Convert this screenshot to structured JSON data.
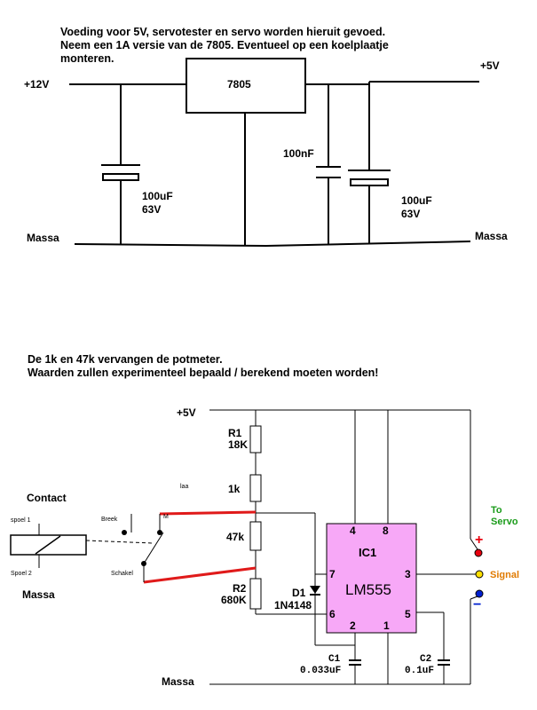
{
  "psu": {
    "note_lines": [
      "Voeding voor 5V, servotester en servo worden hieruit gevoed.",
      "Neem een 1A versie van de 7805. Eventueel op een koelplaatje",
      "monteren."
    ],
    "vin": "+12V",
    "vout": "+5V",
    "regulator": "7805",
    "c_in_value": "100uF",
    "c_in_voltage": "63V",
    "c_mid": "100nF",
    "c_out_value": "100uF",
    "c_out_voltage": "63V",
    "gnd_left": "Massa",
    "gnd_right": "Massa"
  },
  "tester": {
    "note_lines": [
      "De 1k en 47k vervangen de potmeter.",
      "Waarden zullen experimenteel bepaald / berekend moeten worden!"
    ],
    "supply": "+5V",
    "ground": "Massa",
    "r1_name": "R1",
    "r1_value": "18K",
    "r_1k": "1k",
    "r_1k_tag": "laa",
    "r_47k": "47k",
    "r2_name": "R2",
    "r2_value": "680K",
    "d1_name": "D1",
    "d1_value": "1N4148",
    "ic_name": "IC1",
    "ic_type": "LM555",
    "pins": {
      "p4": "4",
      "p8": "8",
      "p7": "7",
      "p3": "3",
      "p6": "6",
      "p2": "2",
      "p1": "1",
      "p5": "5"
    },
    "c1_name": "C1",
    "c1_value": "0.033uF",
    "c2_name": "C2",
    "c2_value": "0.1uF",
    "to_servo_1": "To",
    "to_servo_2": "Servo",
    "plus_sign": "+",
    "minus_sign": "−",
    "signal_label": "Signal",
    "contact_label": "Contact",
    "spoel1": "spoel 1",
    "spoel2": "Spoel 2",
    "contact_massa": "Massa",
    "breek": "Breek",
    "maak": "M",
    "schakel": "Schakel",
    "colors": {
      "plus": "#e8000e",
      "signal": "#ffe000",
      "minus": "#0020d0",
      "to_servo": "#1a9b1a",
      "signal_text": "#e07a00",
      "ic_fill": "#f7a8f7",
      "red_wire": "#e01a1a"
    }
  }
}
